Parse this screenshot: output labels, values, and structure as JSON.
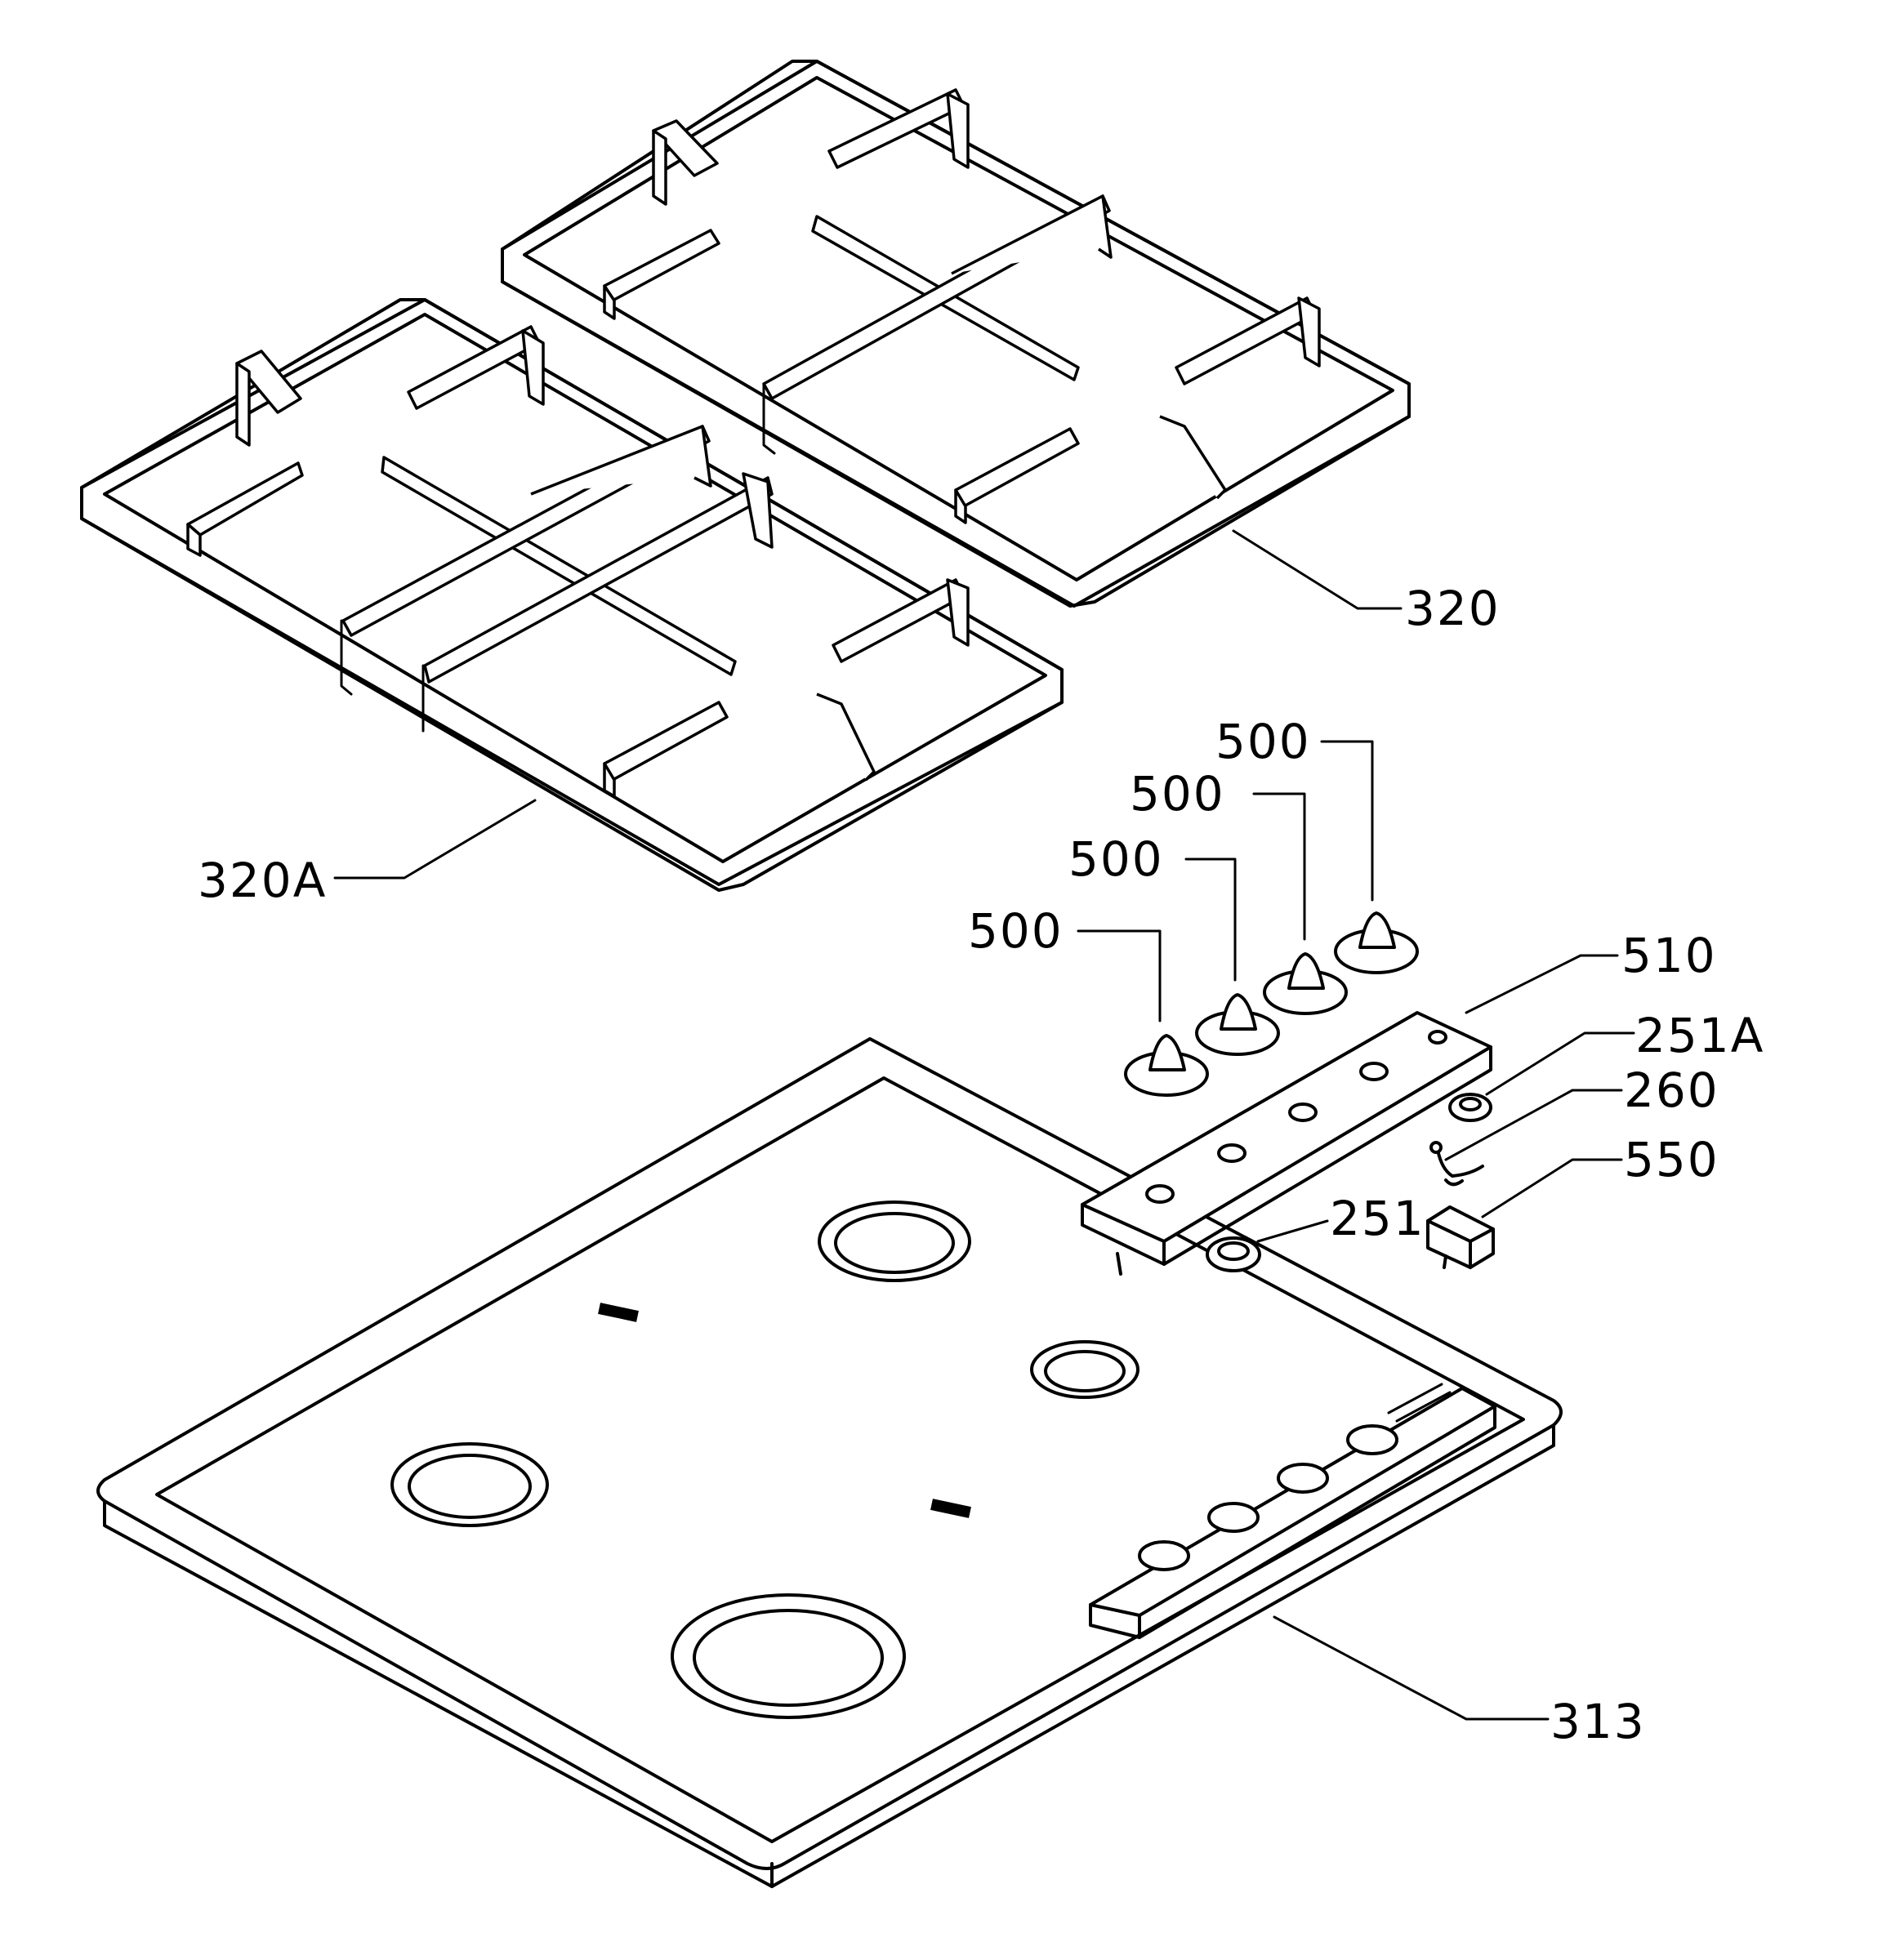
{
  "labels": {
    "grate_right": "320",
    "grate_left": "320A",
    "knob_1": "500",
    "knob_2": "500",
    "knob_3": "500",
    "knob_4": "500",
    "panel": "510",
    "bezel_small": "251A",
    "spring": "260",
    "switch": "550",
    "bezel": "251",
    "hob": "313"
  }
}
